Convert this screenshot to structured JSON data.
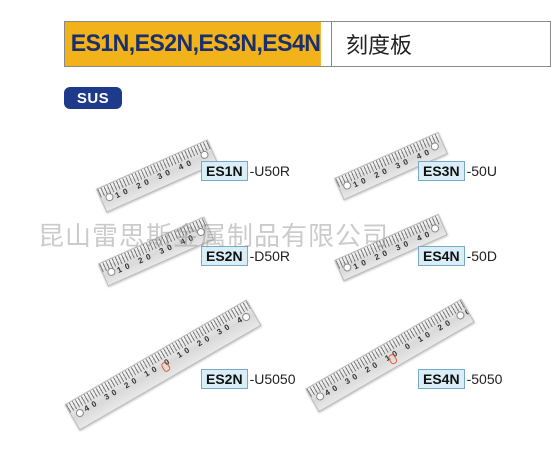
{
  "header": {
    "model_title": "ES1N,ES2N,ES3N,ES4N",
    "name_title": "刻度板"
  },
  "material_badge": "SUS",
  "watermark": "昆山雷思斯金属制品有限公司",
  "products": [
    {
      "code": "ES1N",
      "suffix": "-U50R",
      "ruler_numbers": "10 20 30 40"
    },
    {
      "code": "ES2N",
      "suffix": "-D50R",
      "ruler_numbers": "10 20 30 40"
    },
    {
      "code": "ES3N",
      "suffix": "-50U",
      "ruler_numbers": "10 20 30 40"
    },
    {
      "code": "ES4N",
      "suffix": "-50D",
      "ruler_numbers": "10 20 30 40"
    },
    {
      "code": "ES2N",
      "suffix": "-U5050",
      "ruler_numbers": "40 30 20 10 0 10 20 30 40"
    },
    {
      "code": "ES4N",
      "suffix": "-5050",
      "ruler_numbers": "40 30 20 10 0 10 20 30 40"
    }
  ],
  "colors": {
    "header_accent": "#f1b21a",
    "header_text": "#1b2f6e",
    "badge": "#1e3a8a",
    "code_box": "#d9eef7",
    "zero_mark": "#e55a2b"
  }
}
